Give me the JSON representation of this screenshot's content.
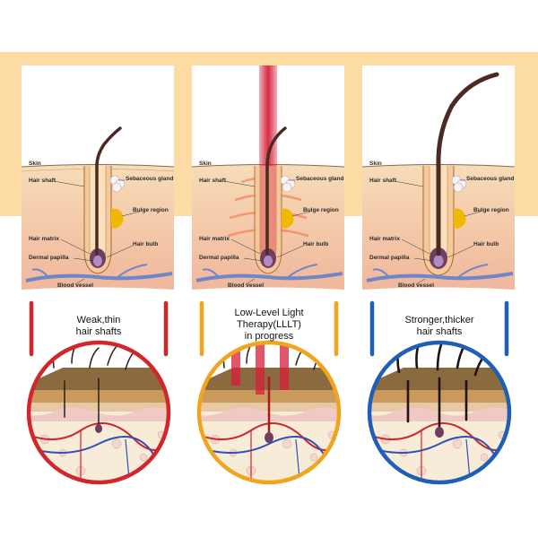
{
  "panels": [
    {
      "id": "weak",
      "labels": {
        "skin": "Skin",
        "hair_shaft": "Hair shaft",
        "sebaceous_gland": "Sebaceous gland",
        "bulge_region": "Bulge region",
        "hair_matrix": "Hair matrix",
        "hair_bulb": "Hair bulb",
        "dermal_papilla": "Dermal papilla",
        "blood_vessel": "Blood vessel"
      },
      "caption_lines": [
        "Weak,thin",
        "hair shafts"
      ],
      "ring_color": "#d0262c"
    },
    {
      "id": "llt",
      "labels": {
        "skin": "Skin",
        "hair_shaft": "Hair shaft",
        "sebaceous_gland": "Sebaceous gland",
        "bulge_region": "Bulge region",
        "hair_matrix": "Hair matrix",
        "hair_bulb": "Hair bulb",
        "dermal_papilla": "Dermal papilla",
        "blood_vessel": "Blood vessel"
      },
      "caption_lines": [
        "Low-Level Light",
        "Therapy(LLLT)",
        "in progress"
      ],
      "ring_color": "#f1a51e"
    },
    {
      "id": "strong",
      "labels": {
        "skin": "Skin",
        "hair_shaft": "Hair shaft",
        "sebaceous_gland": "Sebaceous gland",
        "bulge_region": "Bulge region",
        "hair_matrix": "Hair matrix",
        "hair_bulb": "Hair bulb",
        "dermal_papilla": "Dermal papilla",
        "blood_vessel": "Blood vessel"
      },
      "caption_lines": [
        "Stronger,thicker",
        "hair shafts"
      ],
      "ring_color": "#1f5fb5"
    }
  ],
  "colors": {
    "band": "#fcdca4",
    "epidermis": "#f5d6a8",
    "dermis": "#f3c5a8",
    "hair": "#4a2a22",
    "bulge": "#f1b800",
    "vessel": "#6f86c9",
    "laser": "#d81e3a"
  }
}
